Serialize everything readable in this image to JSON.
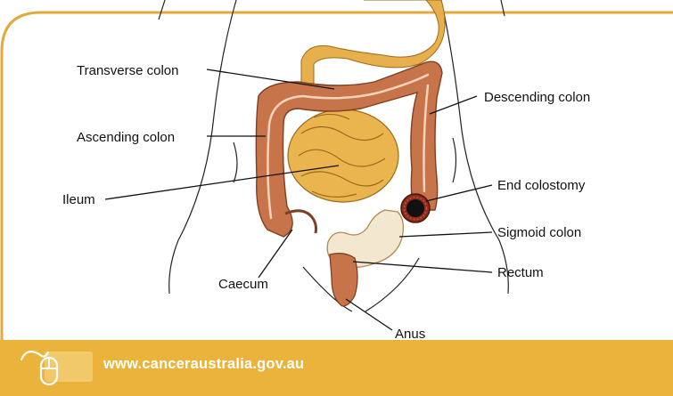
{
  "diagram": {
    "labels": {
      "transverse_colon": "Transverse colon",
      "descending_colon": "Descending colon",
      "ascending_colon": "Ascending colon",
      "end_colostomy": "End colostomy",
      "ileum": "Ileum",
      "sigmoid_colon": "Sigmoid colon",
      "rectum": "Rectum",
      "caecum": "Caecum",
      "anus": "Anus"
    }
  },
  "footer": {
    "url": "www.canceraustralia.gov.au",
    "icon": "computer-mouse-icon"
  },
  "colors": {
    "frame": "#e3a93a",
    "footer_bar": "#e9b33c",
    "colon": "#c8744a",
    "small_intestine": "#e8b04c",
    "stomach": "#e8b04c",
    "sigmoid": "#f3e7cf"
  }
}
